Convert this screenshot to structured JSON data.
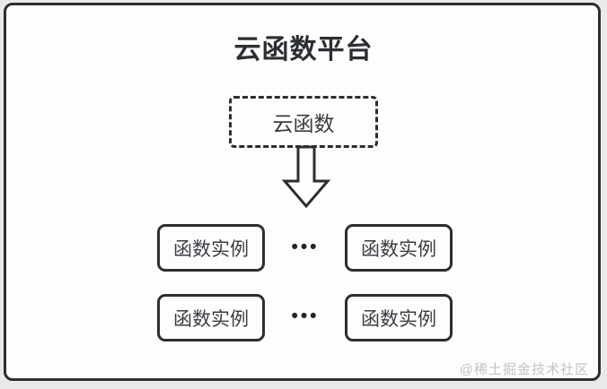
{
  "diagram": {
    "title": "云函数平台",
    "cloud_function": {
      "label": "云函数"
    },
    "rows": [
      {
        "left": "函数实例",
        "dots": "•••",
        "right": "函数实例"
      },
      {
        "left": "函数实例",
        "dots": "•••",
        "right": "函数实例"
      }
    ],
    "watermark": "@稀土掘金技术社区",
    "colors": {
      "line": "#2e2e2e",
      "background": "#fdfdfd",
      "page_background": "#e9e9e9",
      "title_text": "#2b2e33",
      "watermark_text": "#c4c4c4"
    },
    "icons": {
      "down_arrow": "hollow outlined arrow pointing down"
    }
  }
}
